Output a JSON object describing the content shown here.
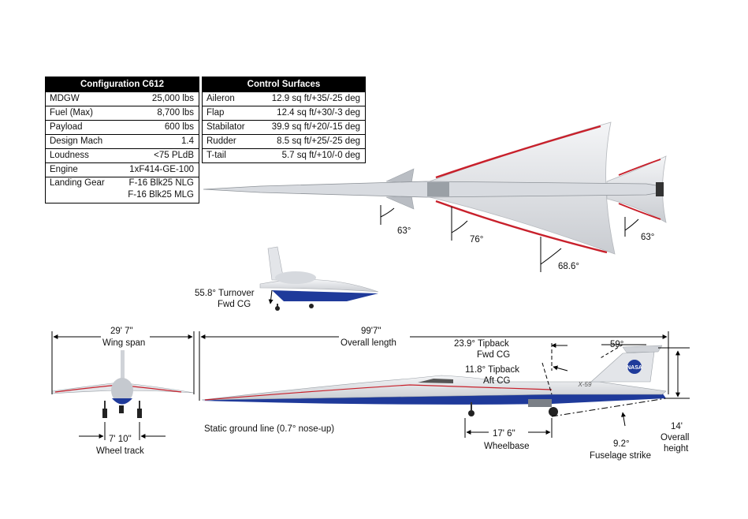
{
  "config_table": {
    "title": "Configuration C612",
    "rows": [
      {
        "k": "MDGW",
        "v": "25,000 lbs"
      },
      {
        "k": "Fuel (Max)",
        "v": "8,700 lbs"
      },
      {
        "k": "Payload",
        "v": "600 lbs"
      },
      {
        "k": "Design Mach",
        "v": "1.4"
      },
      {
        "k": "Loudness",
        "v": "<75 PLdB"
      },
      {
        "k": "Engine",
        "v": "1xF414-GE-100"
      }
    ],
    "landing_gear": {
      "k": "Landing Gear",
      "v1": "F-16 Blk25 NLG",
      "v2": "F-16 Blk25 MLG"
    }
  },
  "control_table": {
    "title": "Control Surfaces",
    "rows": [
      {
        "k": "Aileron",
        "v": "12.9 sq ft/+35/-25 deg"
      },
      {
        "k": "Flap",
        "v": "12.4 sq ft/+30/-3 deg"
      },
      {
        "k": "Stabilator",
        "v": "39.9 sq ft/+20/-15 deg"
      },
      {
        "k": "Rudder",
        "v": "8.5 sq ft/+25/-25 deg"
      },
      {
        "k": "T-tail",
        "v": "5.7 sq ft/+10/-0 deg"
      }
    ]
  },
  "top_view": {
    "angle_canard": "63°",
    "angle_wing_le": "76°",
    "angle_wing_te": "68.6°",
    "angle_tail": "63°"
  },
  "perspective": {
    "turnover_line1": "55.8° Turnover",
    "turnover_line2": "Fwd CG"
  },
  "front_view": {
    "span_value": "29' 7\"",
    "span_label": "Wing span",
    "track_value": "7' 10\"",
    "track_label": "Wheel track"
  },
  "side_view": {
    "length_value": "99'7\"",
    "length_label": "Overall length",
    "tip_fwd_1": "23.9° Tipback",
    "tip_fwd_2": "Fwd CG",
    "tip_aft_1": "11.8° Tipback",
    "tip_aft_2": "Aft CG",
    "tail_angle": "59°",
    "ground_line": "Static ground line (0.7° nose-up)",
    "wheelbase_value": "17' 6\"",
    "wheelbase_label": "Wheelbase",
    "strike_value": "9.2°",
    "strike_label": "Fuselage strike",
    "height_value": "14'",
    "height_label1": "Overall",
    "height_label2": "height",
    "tail_logo": "NASA",
    "fuselage_mark": "X-59"
  },
  "colors": {
    "accent_red": "#c8202b",
    "belly_blue": "#1f3a9a",
    "table_header": "#000000"
  }
}
